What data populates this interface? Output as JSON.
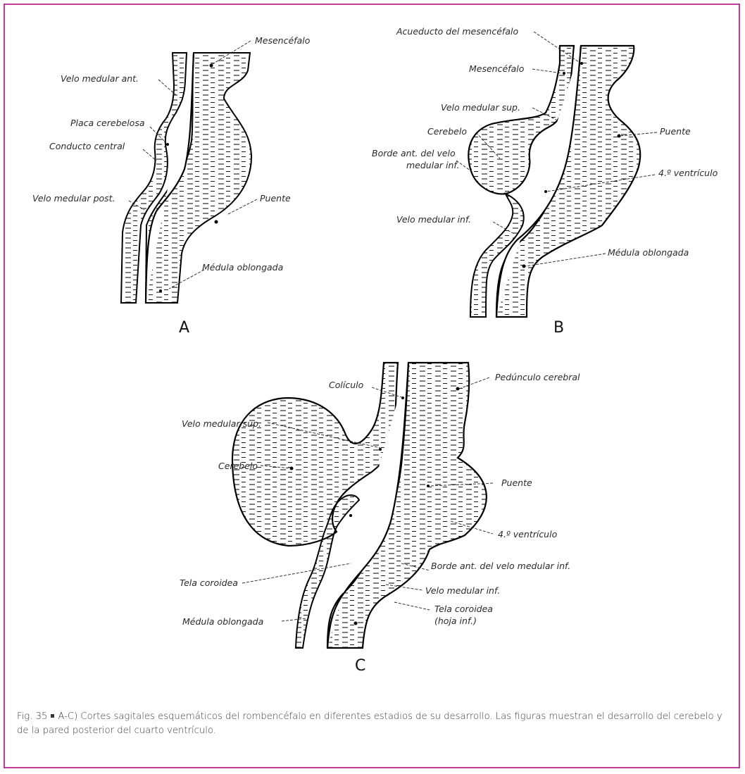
{
  "labels": {
    "a_mesencefalo": "Mesencéfalo",
    "a_velo_medular_ant": "Velo medular ant.",
    "a_placa_cerebelosa": "Placa cerebelosa",
    "a_conducto_central": "Conducto central",
    "a_velo_medular_post": "Velo medular post.",
    "a_puente": "Puente",
    "a_medula_oblongada": "Médula oblongada",
    "b_acueducto": "Acueducto del mesencéfalo",
    "b_mesencefalo": "Mesencéfalo",
    "b_velo_medular_sup": "Velo medular sup.",
    "b_cerebelo": "Cerebelo",
    "b_borde_ant_1": "Borde ant. del velo",
    "b_borde_ant_2": "medular inf.",
    "b_puente": "Puente",
    "b_cuarto_ventriculo": "4.º ventrículo",
    "b_velo_medular_inf": "Velo medular inf.",
    "b_medula_oblongada": "Médula oblongada",
    "c_coliculo": "Colículo",
    "c_pedunculo_cerebral": "Pedúnculo cerebral",
    "c_velo_medular_sup": "Velo medular sup.",
    "c_cerebelo": "Cerebelo",
    "c_puente": "Puente",
    "c_cuarto_ventriculo": "4.º ventrículo",
    "c_borde_ant": "Borde ant. del velo medular inf.",
    "c_tela_coroidea": "Tela coroidea",
    "c_velo_medular_inf": "Velo medular inf.",
    "c_tela_coroidea_hoja_1": "Tela coroidea",
    "c_tela_coroidea_hoja_2": "(hoja inf.)",
    "c_medula_oblongada": "Médula oblongada"
  },
  "panels": {
    "a": "A",
    "b": "B",
    "c": "C"
  },
  "caption": {
    "fig": "Fig. 35",
    "text": "A-C) Cortes sagitales esquemáticos del rombencéfalo en diferentes estadios de su desarrollo. Las figuras muestran el desarrollo del cerebelo y de la pared posterior del cuarto ventrículo."
  },
  "colors": {
    "frame": "#c23a9a",
    "ink": "#000000"
  }
}
